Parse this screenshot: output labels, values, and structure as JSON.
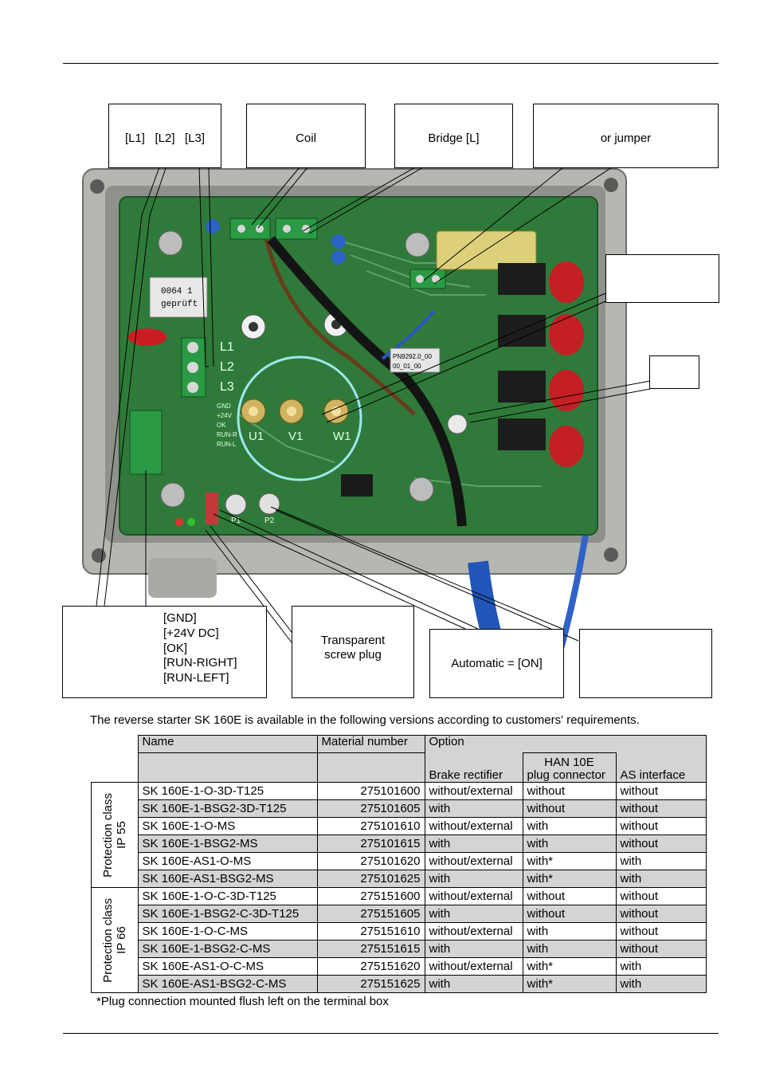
{
  "callouts": {
    "l_terminals": "[L1]   [L2]   [L3]",
    "coil": "Coil",
    "bridge": "Bridge [L]",
    "jumper": "or jumper",
    "motor": "",
    "fuse": "",
    "control_lines": [
      "[GND]",
      "[+24V DC]",
      "[OK]",
      "[RUN-RIGHT]",
      "[RUN-LEFT]"
    ],
    "screw_plug": "Transparent screw plug",
    "automatic": "Automatic = [ON]",
    "potentiometer": ""
  },
  "board_labels": {
    "l1": "L1",
    "l2": "L2",
    "l3": "L3",
    "u1": "U1",
    "v1": "V1",
    "w1": "W1",
    "p1": "P1",
    "p2": "P2",
    "gnd": "GND",
    "v24": "+24V",
    "ok": "OK",
    "runr": "RUN-R",
    "runl": "RUN-L",
    "label_a": "0064  1",
    "label_b": "geprüft",
    "sticker": "PN9292.0_00",
    "sticker2": "00_01_00"
  },
  "intro": "The reverse starter SK 160E is available in the following versions according to customers' requirements.",
  "table": {
    "headers": {
      "name": "Name",
      "material": "Material number",
      "option": "Option",
      "brake": "Brake rectifier",
      "han_line1": "HAN 10E",
      "han_line2": "plug connector",
      "as": "AS interface"
    },
    "groups": [
      {
        "label_line1": "Protection class",
        "label_line2": "IP 55",
        "rows": [
          {
            "name": "SK 160E-1-O-3D-T125",
            "material": "275101600",
            "brake": "without/external",
            "han": "without",
            "as": "without"
          },
          {
            "name": "SK 160E-1-BSG2-3D-T125",
            "material": "275101605",
            "brake": "with",
            "han": "without",
            "as": "without"
          },
          {
            "name": "SK 160E-1-O-MS",
            "material": "275101610",
            "brake": "without/external",
            "han": "with",
            "as": "without"
          },
          {
            "name": "SK 160E-1-BSG2-MS",
            "material": "275101615",
            "brake": "with",
            "han": "with",
            "as": "without"
          },
          {
            "name": "SK 160E-AS1-O-MS",
            "material": "275101620",
            "brake": "without/external",
            "han": "with*",
            "as": "with"
          },
          {
            "name": "SK 160E-AS1-BSG2-MS",
            "material": "275101625",
            "brake": "with",
            "han": "with*",
            "as": "with"
          }
        ]
      },
      {
        "label_line1": "Protection class",
        "label_line2": "IP 66",
        "rows": [
          {
            "name": "SK 160E-1-O-C-3D-T125",
            "material": "275151600",
            "brake": "without/external",
            "han": "without",
            "as": "without"
          },
          {
            "name": "SK 160E-1-BSG2-C-3D-T125",
            "material": "275151605",
            "brake": "with",
            "han": "without",
            "as": "without"
          },
          {
            "name": "SK 160E-1-O-C-MS",
            "material": "275151610",
            "brake": "without/external",
            "han": "with",
            "as": "without"
          },
          {
            "name": "SK 160E-1-BSG2-C-MS",
            "material": "275151615",
            "brake": "with",
            "han": "with",
            "as": "without"
          },
          {
            "name": "SK 160E-AS1-O-C-MS",
            "material": "275151620",
            "brake": "without/external",
            "han": "with*",
            "as": "with"
          },
          {
            "name": "SK 160E-AS1-BSG2-C-MS",
            "material": "275151625",
            "brake": "with",
            "han": "with*",
            "as": "with"
          }
        ]
      }
    ]
  },
  "footnote": "*Plug connection mounted flush left on the terminal box",
  "colors": {
    "row_shade": "#d4d4d4",
    "pcb_green": "#2f7a3a",
    "housing": "#b9b9b4",
    "highlight_circle": "#9fe6ee"
  }
}
